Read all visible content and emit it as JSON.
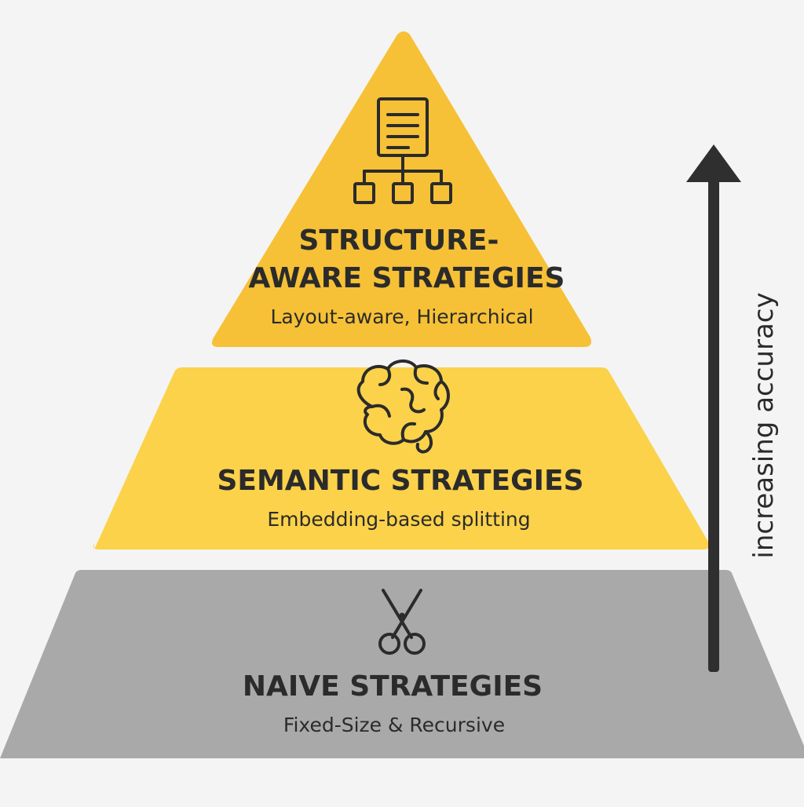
{
  "colors": {
    "background": "#f4f4f4",
    "top_tier": "#f6c136",
    "middle_tier": "#fbd24a",
    "bottom_tier": "#a9a9a9",
    "text": "#2b2b2b",
    "arrow": "#2f2f2f"
  },
  "tiers": [
    {
      "icon": "document-hierarchy-icon",
      "title_lines": [
        "STRUCTURE-",
        "AWARE STRATEGIES"
      ],
      "subtitle": "Layout-aware, Hierarchical"
    },
    {
      "icon": "brain-icon",
      "title": "SEMANTIC STRATEGIES",
      "subtitle": "Embedding-based splitting"
    },
    {
      "icon": "scissors-icon",
      "title": "NAIVE STRATEGIES",
      "subtitle": "Fixed-Size & Recursive"
    }
  ],
  "arrow_label": "increasing accuracy"
}
